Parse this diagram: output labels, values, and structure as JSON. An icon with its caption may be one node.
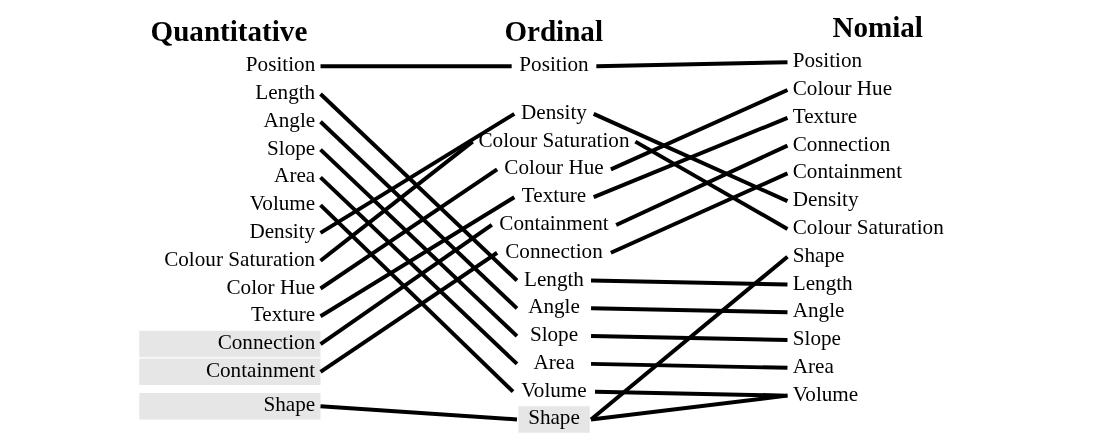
{
  "diagram": {
    "nodes": [
      {
        "text": [
          "Position"
        ]
      },
      {
        "text": [
          "Length"
        ]
      },
      {
        "text": [
          "Angle"
        ]
      },
      {
        "text": [
          "Slope"
        ]
      },
      {
        "text": [
          "Area"
        ]
      },
      {
        "text": [
          "Volume"
        ]
      },
      {
        "text": [
          "Density"
        ]
      },
      {
        "text": [
          "Colour Saturation"
        ]
      },
      {
        "text": [
          "Color Hue"
        ]
      },
      {
        "text": [
          "Texture"
        ]
      },
      {
        "text": [
          "Connection"
        ]
      },
      {
        "text": [
          "Containment"
        ]
      },
      {
        "text": [
          "Shape"
        ]
      },
      {
        "text": [
          "Position"
        ]
      },
      {
        "text": [
          "Density"
        ]
      },
      {
        "text": [
          "Colour Saturation"
        ]
      },
      {
        "text": [
          "Colour Hue"
        ]
      },
      {
        "text": [
          "Texture"
        ]
      },
      {
        "text": [
          "Containment"
        ]
      },
      {
        "text": [
          "Connection"
        ]
      },
      {
        "text": [
          "Length"
        ]
      },
      {
        "text": [
          "Angle"
        ]
      },
      {
        "text": [
          "Slope"
        ]
      },
      {
        "text": [
          "Area"
        ]
      },
      {
        "text": [
          "Volume"
        ]
      },
      {
        "text": [
          "Shape"
        ]
      },
      {
        "text": [
          "Position"
        ]
      },
      {
        "text": [
          "Colour Hue"
        ]
      },
      {
        "text": [
          "Texture"
        ]
      },
      {
        "text": [
          "Connection"
        ]
      },
      {
        "text": [
          "Containment"
        ]
      },
      {
        "text": [
          "Density"
        ]
      },
      {
        "text": [
          "Colour Saturation"
        ]
      },
      {
        "text": [
          "Shape"
        ]
      },
      {
        "text": [
          "Length"
        ]
      },
      {
        "text": [
          "Angle"
        ]
      },
      {
        "text": [
          "Slope"
        ]
      },
      {
        "text": [
          "Area"
        ]
      },
      {
        "text": [
          "Volume"
        ]
      }
    ],
    "edges": [
      {
        "from": 0,
        "to": 13,
        "arrow": "none"
      },
      {
        "from": 1,
        "to": 20,
        "arrow": "none"
      },
      {
        "from": 2,
        "to": 21,
        "arrow": "none"
      },
      {
        "from": 3,
        "to": 22,
        "arrow": "none"
      },
      {
        "from": 4,
        "to": 23,
        "arrow": "none"
      },
      {
        "from": 5,
        "to": 24,
        "arrow": "none"
      },
      {
        "from": 6,
        "to": 14,
        "arrow": "none"
      },
      {
        "from": 7,
        "to": 15,
        "arrow": "none"
      },
      {
        "from": 8,
        "to": 16,
        "arrow": "none"
      },
      {
        "from": 9,
        "to": 17,
        "arrow": "none"
      },
      {
        "from": 10,
        "to": 18,
        "arrow": "none"
      },
      {
        "from": 11,
        "to": 19,
        "arrow": "none"
      },
      {
        "from": 12,
        "to": 25,
        "arrow": "none"
      },
      {
        "from": 13,
        "to": 26,
        "arrow": "none"
      },
      {
        "from": 14,
        "to": 31,
        "arrow": "none"
      },
      {
        "from": 15,
        "to": 32,
        "arrow": "none"
      },
      {
        "from": 16,
        "to": 27,
        "arrow": "none"
      },
      {
        "from": 17,
        "to": 28,
        "arrow": "none"
      },
      {
        "from": 18,
        "to": 29,
        "arrow": "none"
      },
      {
        "from": 19,
        "to": 30,
        "arrow": "none"
      },
      {
        "from": 20,
        "to": 34,
        "arrow": "none"
      },
      {
        "from": 21,
        "to": 35,
        "arrow": "none"
      },
      {
        "from": 22,
        "to": 36,
        "arrow": "none"
      },
      {
        "from": 23,
        "to": 37,
        "arrow": "none"
      },
      {
        "from": 24,
        "to": 38,
        "arrow": "none"
      },
      {
        "from": 25,
        "to": 33,
        "arrow": "none"
      },
      {
        "from": 25,
        "to": 38,
        "arrow": "none"
      }
    ],
    "labels": [
      "Quantitative",
      "Ordinal",
      "Nomial"
    ]
  }
}
